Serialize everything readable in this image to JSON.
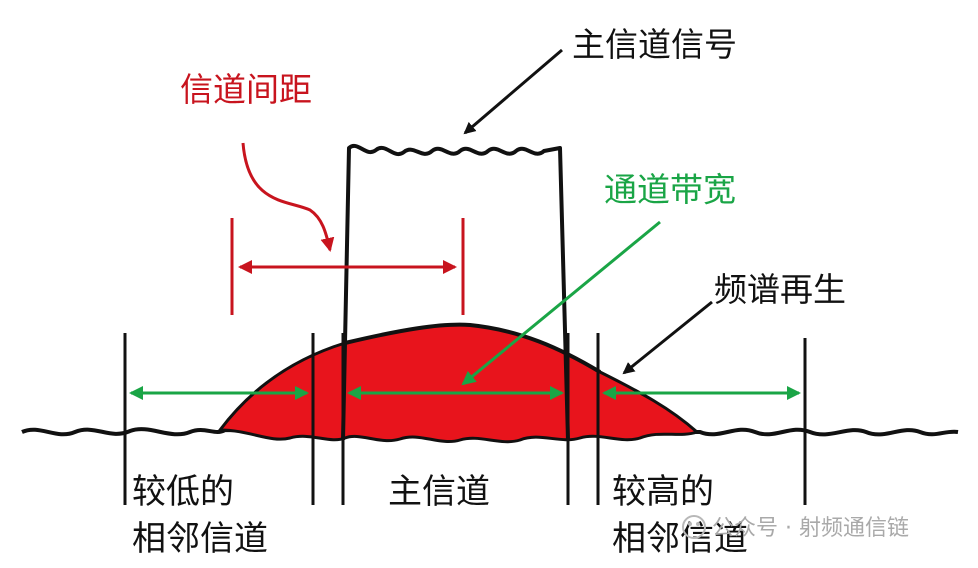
{
  "labels": {
    "main_signal": "主信道信号",
    "channel_spacing": "信道间距",
    "bandwidth": "通道带宽",
    "spectral_regrowth": "频谱再生"
  },
  "channels": {
    "lower_adjacent": [
      "较低的",
      "相邻信道"
    ],
    "main": "主信道",
    "upper_adjacent": [
      "较高的",
      "相邻信道"
    ]
  },
  "watermark": "公众号 · 射频通信链",
  "colors": {
    "red": "#e8141c",
    "dark_red": "#c8141e",
    "green": "#1aa546",
    "black": "#111111"
  }
}
